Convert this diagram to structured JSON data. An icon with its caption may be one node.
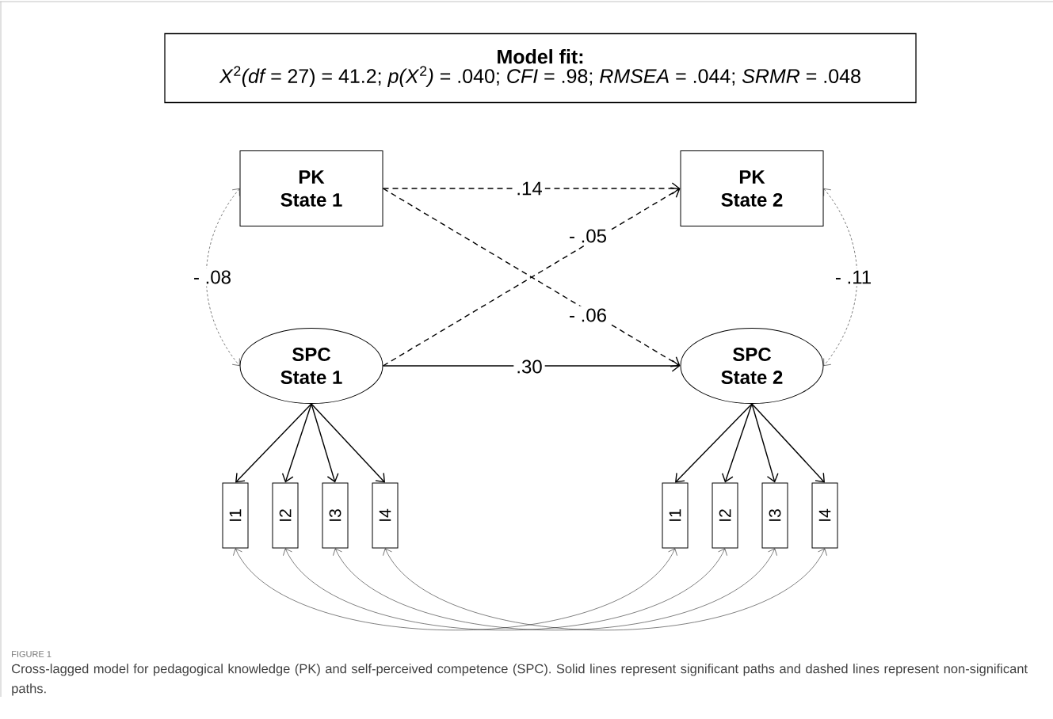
{
  "diagram": {
    "caption": "Cross-lagged model for pedagogical knowledge (PK) and self-perceived competence (SPC). Solid lines represent significant paths and dashed lines represent non-significant paths.",
    "nodes": [
      {
        "text": [
          "Model fit:",
          "*X*$^{2}$*(df =* 27) = 41.2; *p(X*$^{2}$*)* = .040; *CFI* = .98; *RMSEA* = .044; *SRMR* = .048"
        ]
      },
      {
        "text": [
          "PK",
          "State 1"
        ]
      },
      {
        "text": [
          "PK",
          "State 2"
        ]
      },
      {
        "text": [
          "SPC",
          "State 1"
        ]
      },
      {
        "text": [
          "SPC",
          "State 2"
        ]
      },
      {
        "text": [
          "I1"
        ]
      },
      {
        "text": [
          "I2"
        ]
      },
      {
        "text": [
          "I3"
        ]
      },
      {
        "text": [
          "I4"
        ]
      },
      {
        "text": [
          "I1"
        ]
      },
      {
        "text": [
          "I2"
        ]
      },
      {
        "text": [
          "I3"
        ]
      },
      {
        "text": [
          "I4"
        ]
      }
    ],
    "edges": [
      {
        "from": 1,
        "to": 2,
        "arrow": "to",
        "label": ".14",
        "style": "dashed"
      },
      {
        "from": 3,
        "to": 2,
        "arrow": "to",
        "label": "- .05",
        "style": "dashed"
      },
      {
        "from": 1,
        "to": 4,
        "arrow": "to",
        "label": "- .06",
        "style": "dashed"
      },
      {
        "from": 3,
        "to": 4,
        "arrow": "to",
        "label": ".30"
      },
      {
        "from": 1,
        "to": 3,
        "arrow": "both",
        "label": "- .08",
        "style": "dashed"
      },
      {
        "from": 2,
        "to": 4,
        "arrow": "both",
        "label": "- .11",
        "style": "dashed"
      },
      {
        "from": 3,
        "to": 5,
        "arrow": "to"
      },
      {
        "from": 3,
        "to": 6,
        "arrow": "to"
      },
      {
        "from": 3,
        "to": 7,
        "arrow": "to"
      },
      {
        "from": 3,
        "to": 8,
        "arrow": "to"
      },
      {
        "from": 4,
        "to": 9,
        "arrow": "to"
      },
      {
        "from": 4,
        "to": 10,
        "arrow": "to"
      },
      {
        "from": 4,
        "to": 11,
        "arrow": "to"
      },
      {
        "from": 4,
        "to": 12,
        "arrow": "to"
      },
      {
        "from": 5,
        "to": 9,
        "arrow": "both"
      },
      {
        "from": 6,
        "to": 10,
        "arrow": "both"
      },
      {
        "from": 7,
        "to": 11,
        "arrow": "both"
      },
      {
        "from": 8,
        "to": 12,
        "arrow": "both"
      }
    ],
    "labels": [
      "FIGURE 1"
    ]
  }
}
